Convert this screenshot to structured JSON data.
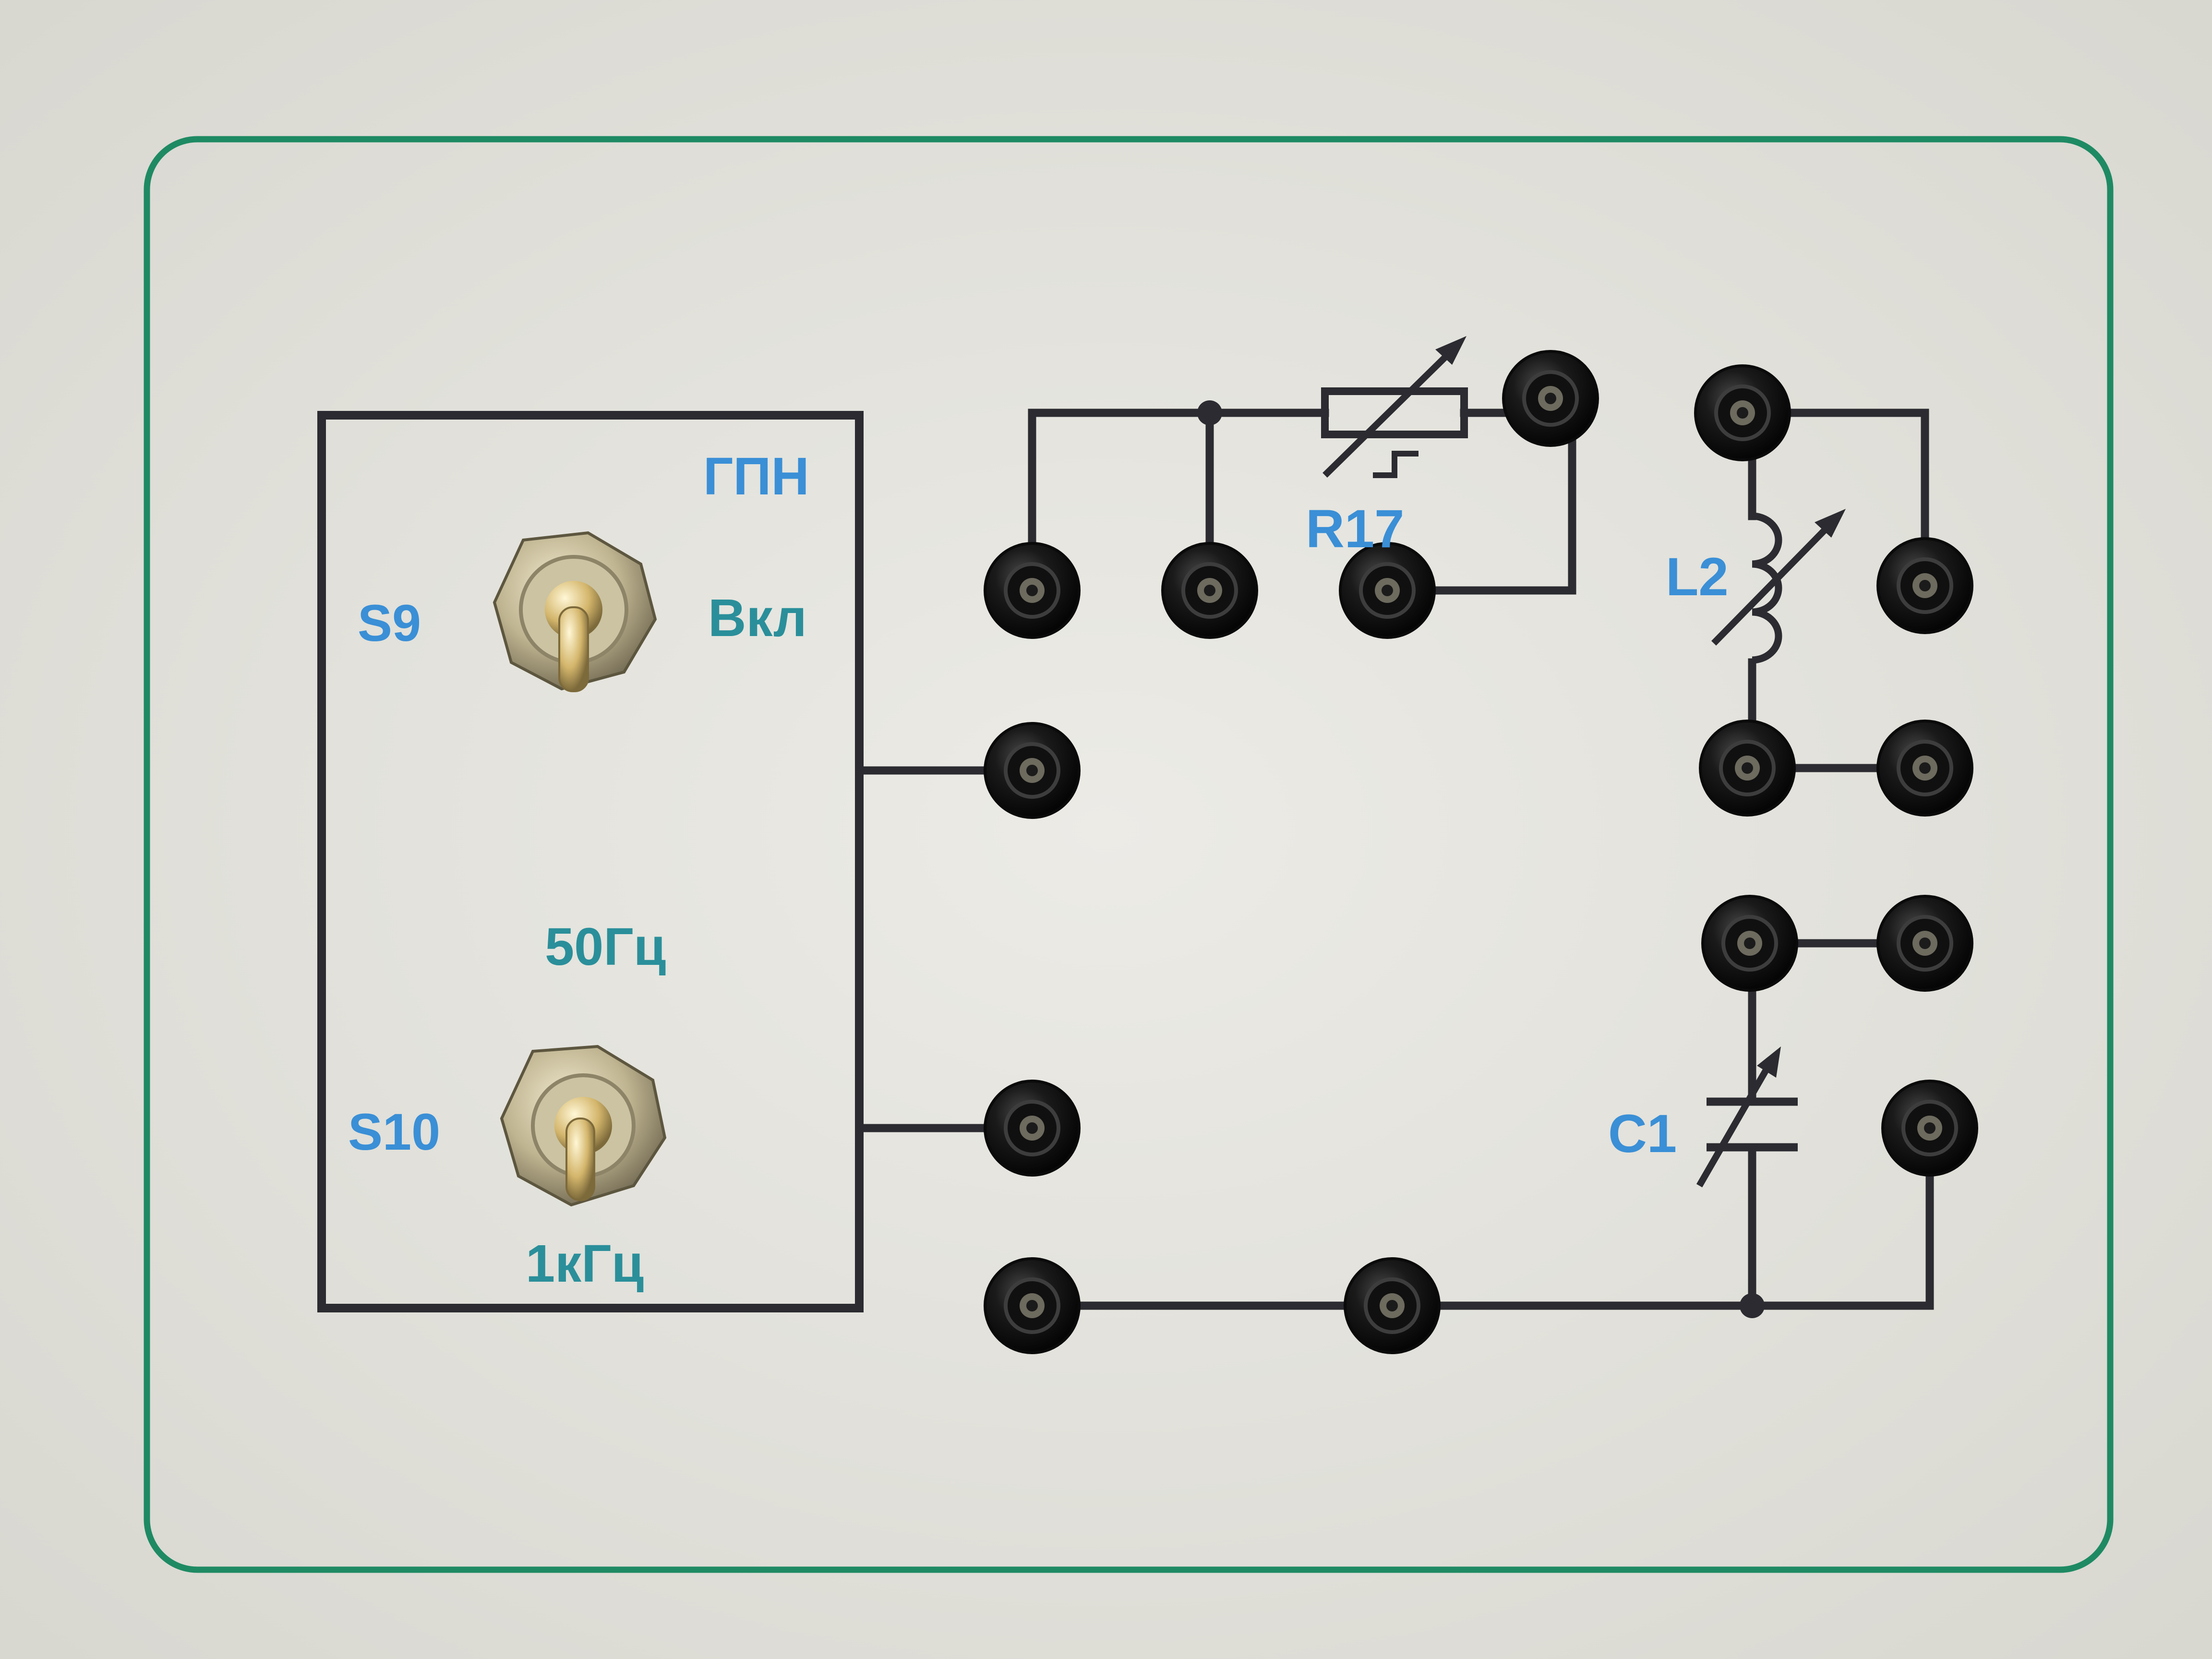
{
  "panel": {
    "generator_label": "ГПН",
    "labels": {
      "s9": "S9",
      "s10": "S10",
      "on": "Вкл",
      "f50": "50Гц",
      "f1k": "1кГц",
      "r17": "R17",
      "l2": "L2",
      "c1": "C1"
    },
    "colors": {
      "background": "#e4e3dd",
      "border_green": "#1e8a63",
      "wire": "#2b2b31",
      "text_blue": "#3a8fd6",
      "text_teal": "#2a8f9a",
      "socket": "#161616"
    }
  }
}
